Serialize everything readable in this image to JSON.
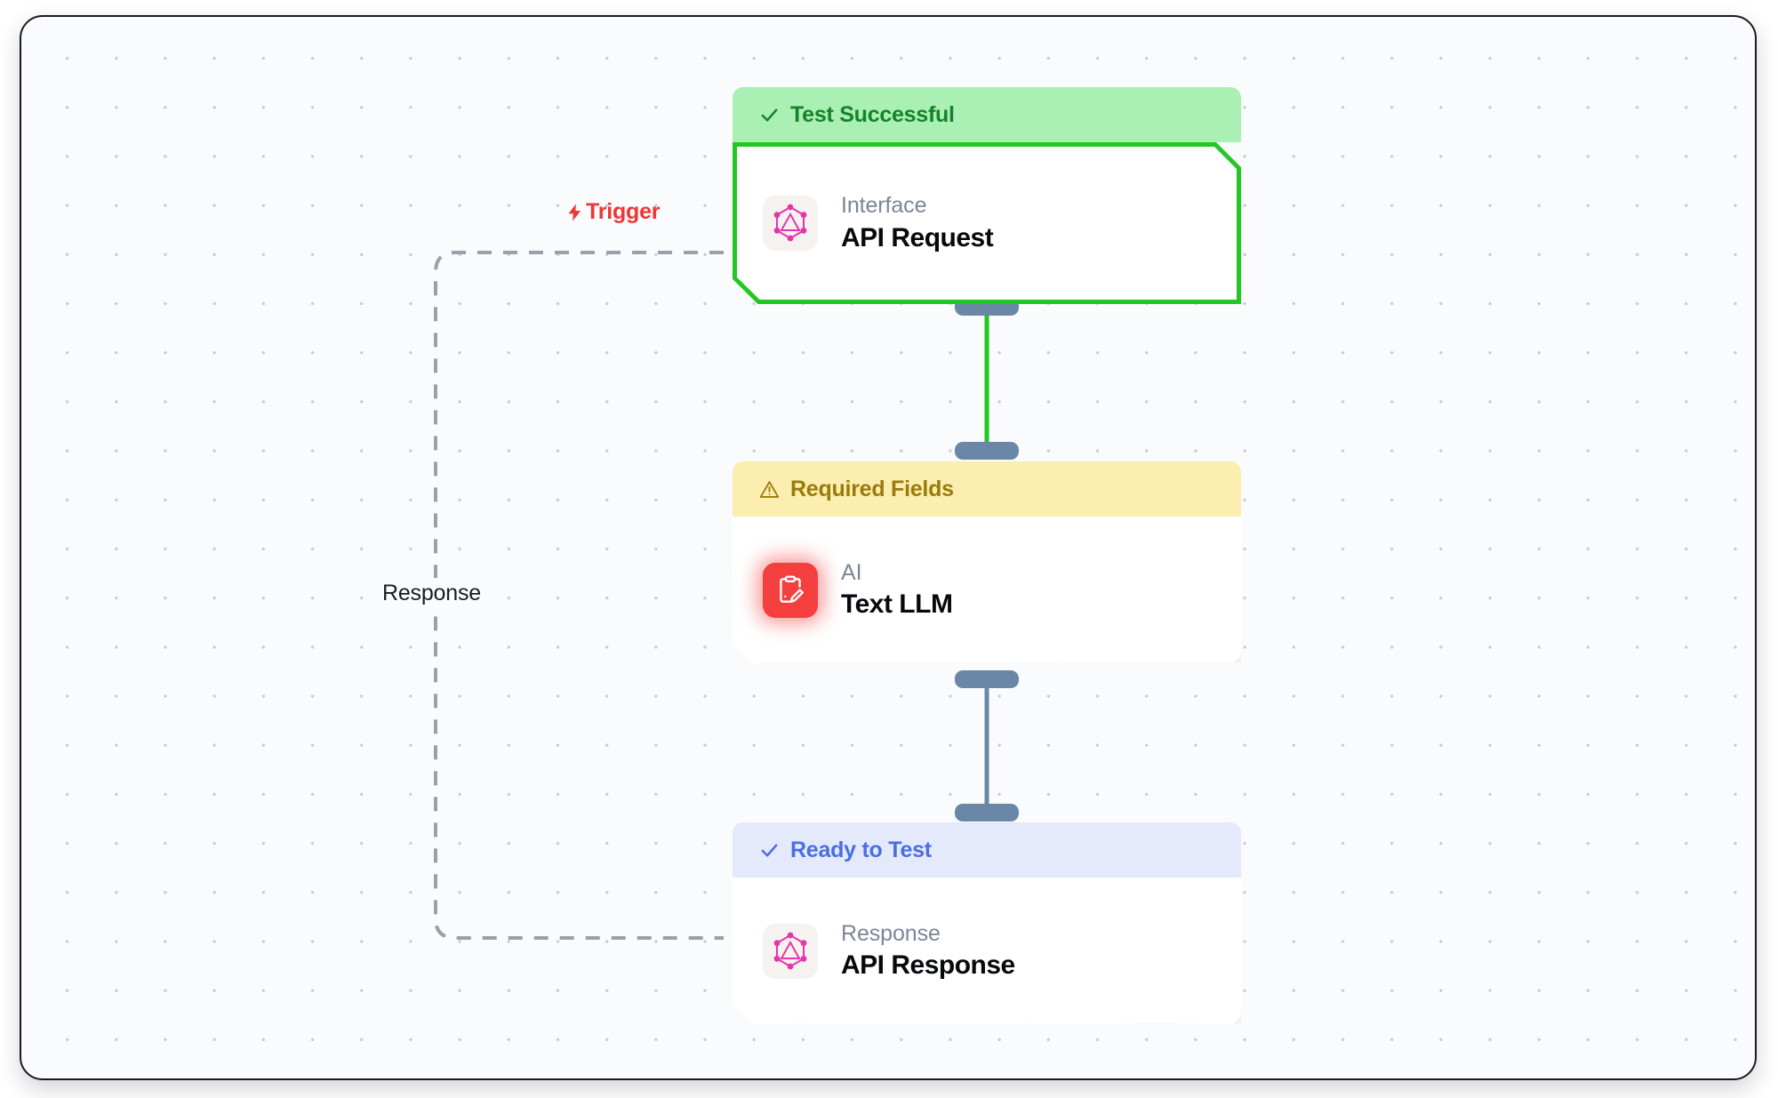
{
  "canvas": {
    "background_color": "#fafbfc",
    "grid": "dot-grid",
    "border_color": "#1b1b1d"
  },
  "edges": [
    {
      "id": "edge-trigger",
      "label": "Trigger",
      "icon": "lightning-bolt-icon",
      "style": "dashed",
      "color": "#9aa0aa",
      "label_color": "#f03434",
      "from": "API Response",
      "to": "API Request"
    },
    {
      "id": "edge-response",
      "label": "Response",
      "style": "dashed",
      "color": "#9aa0aa",
      "label_color": "#1a1d22"
    },
    {
      "id": "edge-request-to-llm",
      "label": "",
      "style": "solid",
      "color": "#23c724",
      "from": "API Request",
      "to": "Text LLM"
    },
    {
      "id": "edge-llm-to-response",
      "label": "",
      "style": "solid",
      "color": "#6b87a8",
      "from": "Text LLM",
      "to": "API Response"
    }
  ],
  "nodes": [
    {
      "id": "node-api-request",
      "status": {
        "label": "Test Successful",
        "icon": "check-icon",
        "background_color": "#aaf0b4",
        "text_color": "#17822c"
      },
      "kind": "Interface",
      "title": "API Request",
      "icon": "graphql-icon",
      "icon_color": "#e535ab",
      "outline_color": "#23c724"
    },
    {
      "id": "node-text-llm",
      "status": {
        "label": "Required Fields",
        "icon": "warning-triangle-icon",
        "background_color": "#fbeeb0",
        "text_color": "#9a7b09"
      },
      "kind": "AI",
      "title": "Text LLM",
      "icon": "clipboard-pencil-icon",
      "icon_color": "#f43f3f"
    },
    {
      "id": "node-api-response",
      "status": {
        "label": "Ready to Test",
        "icon": "check-icon",
        "background_color": "#e4e9fb",
        "text_color": "#4a6fe0"
      },
      "kind": "Response",
      "title": "API Response",
      "icon": "graphql-icon",
      "icon_color": "#e535ab"
    }
  ]
}
